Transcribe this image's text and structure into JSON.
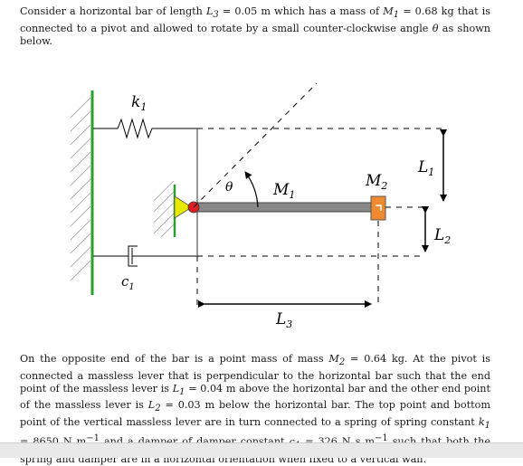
{
  "intro": {
    "s1": "Consider a horizontal bar of length ",
    "v1": "L",
    "v1sub": "3",
    "s2": " = 0.05 m which has a mass of ",
    "v2": "M",
    "v2sub": "1",
    "s3": " = 0.68 kg that is connected to a pivot and allowed to rotate by a small counter-clockwise angle ",
    "theta": "θ",
    "s4": " as shown below."
  },
  "labels": {
    "k": "k",
    "k_sub": "1",
    "c": "c",
    "c_sub": "1",
    "M1": "M",
    "M1_sub": "1",
    "M2": "M",
    "M2_sub": "2",
    "L1": "L",
    "L1_sub": "1",
    "L2": "L",
    "L2_sub": "2",
    "L3": "L",
    "L3_sub": "3",
    "theta": "θ"
  },
  "colors": {
    "wall": "#2ca02c",
    "bar": "#888888",
    "pivot": "#e8e800",
    "pivot_point": "#e02020",
    "mass2": "#f08a30"
  },
  "body": {
    "t1": "On the opposite end of the bar is a point mass of mass ",
    "m2": "M",
    "m2sub": "2",
    "t2": " = 0.64 kg. At the pivot is connected a massless lever that is perpendicular to the horizontal bar such that the end point of the massless lever is ",
    "l1": "L",
    "l1sub": "1",
    "t3": " = 0.04 m above the horizontal bar and the other end point of the massless lever is ",
    "l2": "L",
    "l2sub": "2",
    "t4": " = 0.03 m below the horizontal bar. The top point and bottom point of the vertical massless lever are in turn connected to a spring of spring constant ",
    "k1": "k",
    "k1sub": "1",
    "t5": " = 8650 N m",
    "t5sup": "−1",
    "t6": " and a damper of damper constant ",
    "c1": "c",
    "c1sub": "1",
    "t7": " = 326 N s m",
    "t7sup": "−1",
    "t8": " such that both the spring and damper are in a horizontal orientation when fixed to a vertical wall."
  }
}
